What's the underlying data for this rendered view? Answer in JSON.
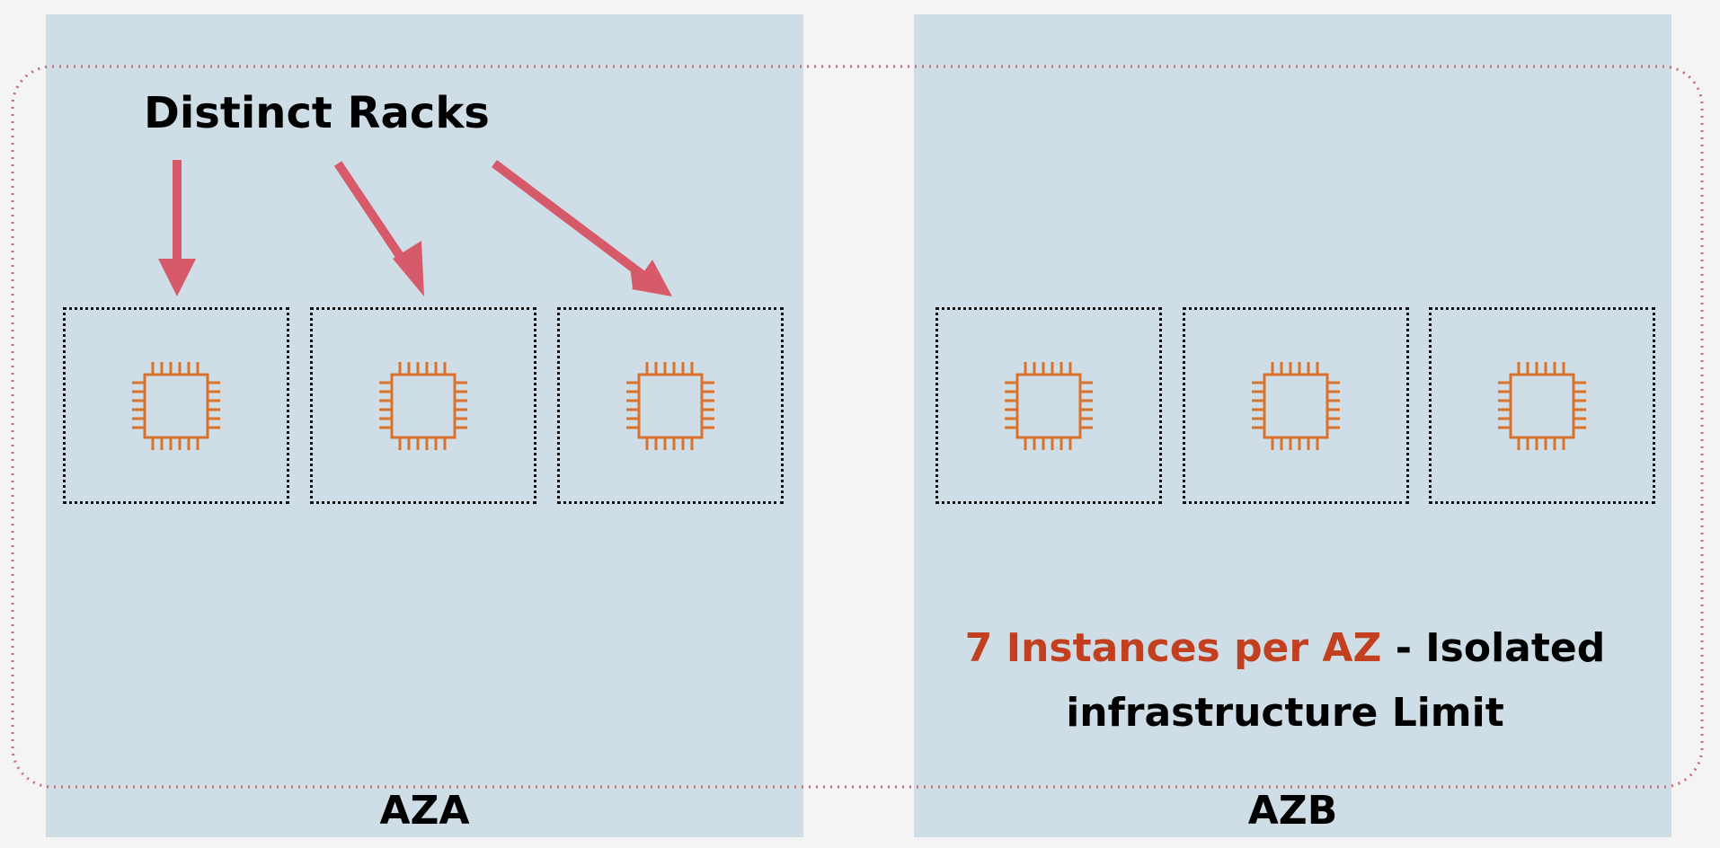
{
  "heading": "Distinct Racks",
  "zones": [
    {
      "label": "AZA"
    },
    {
      "label": "AZB"
    }
  ],
  "caption": {
    "highlight": "7 Instances per AZ",
    "rest_line1": " - Isolated",
    "line2": "infrastructure Limit"
  },
  "icons": {
    "instance": "chip-icon",
    "pointer": "arrow-icon"
  },
  "colors": {
    "zone_background": "#cfdee6",
    "arrow": "#d65a6a",
    "chip": "#d9722c",
    "group_border": "#c96a78",
    "highlight_text": "#c2401f"
  }
}
